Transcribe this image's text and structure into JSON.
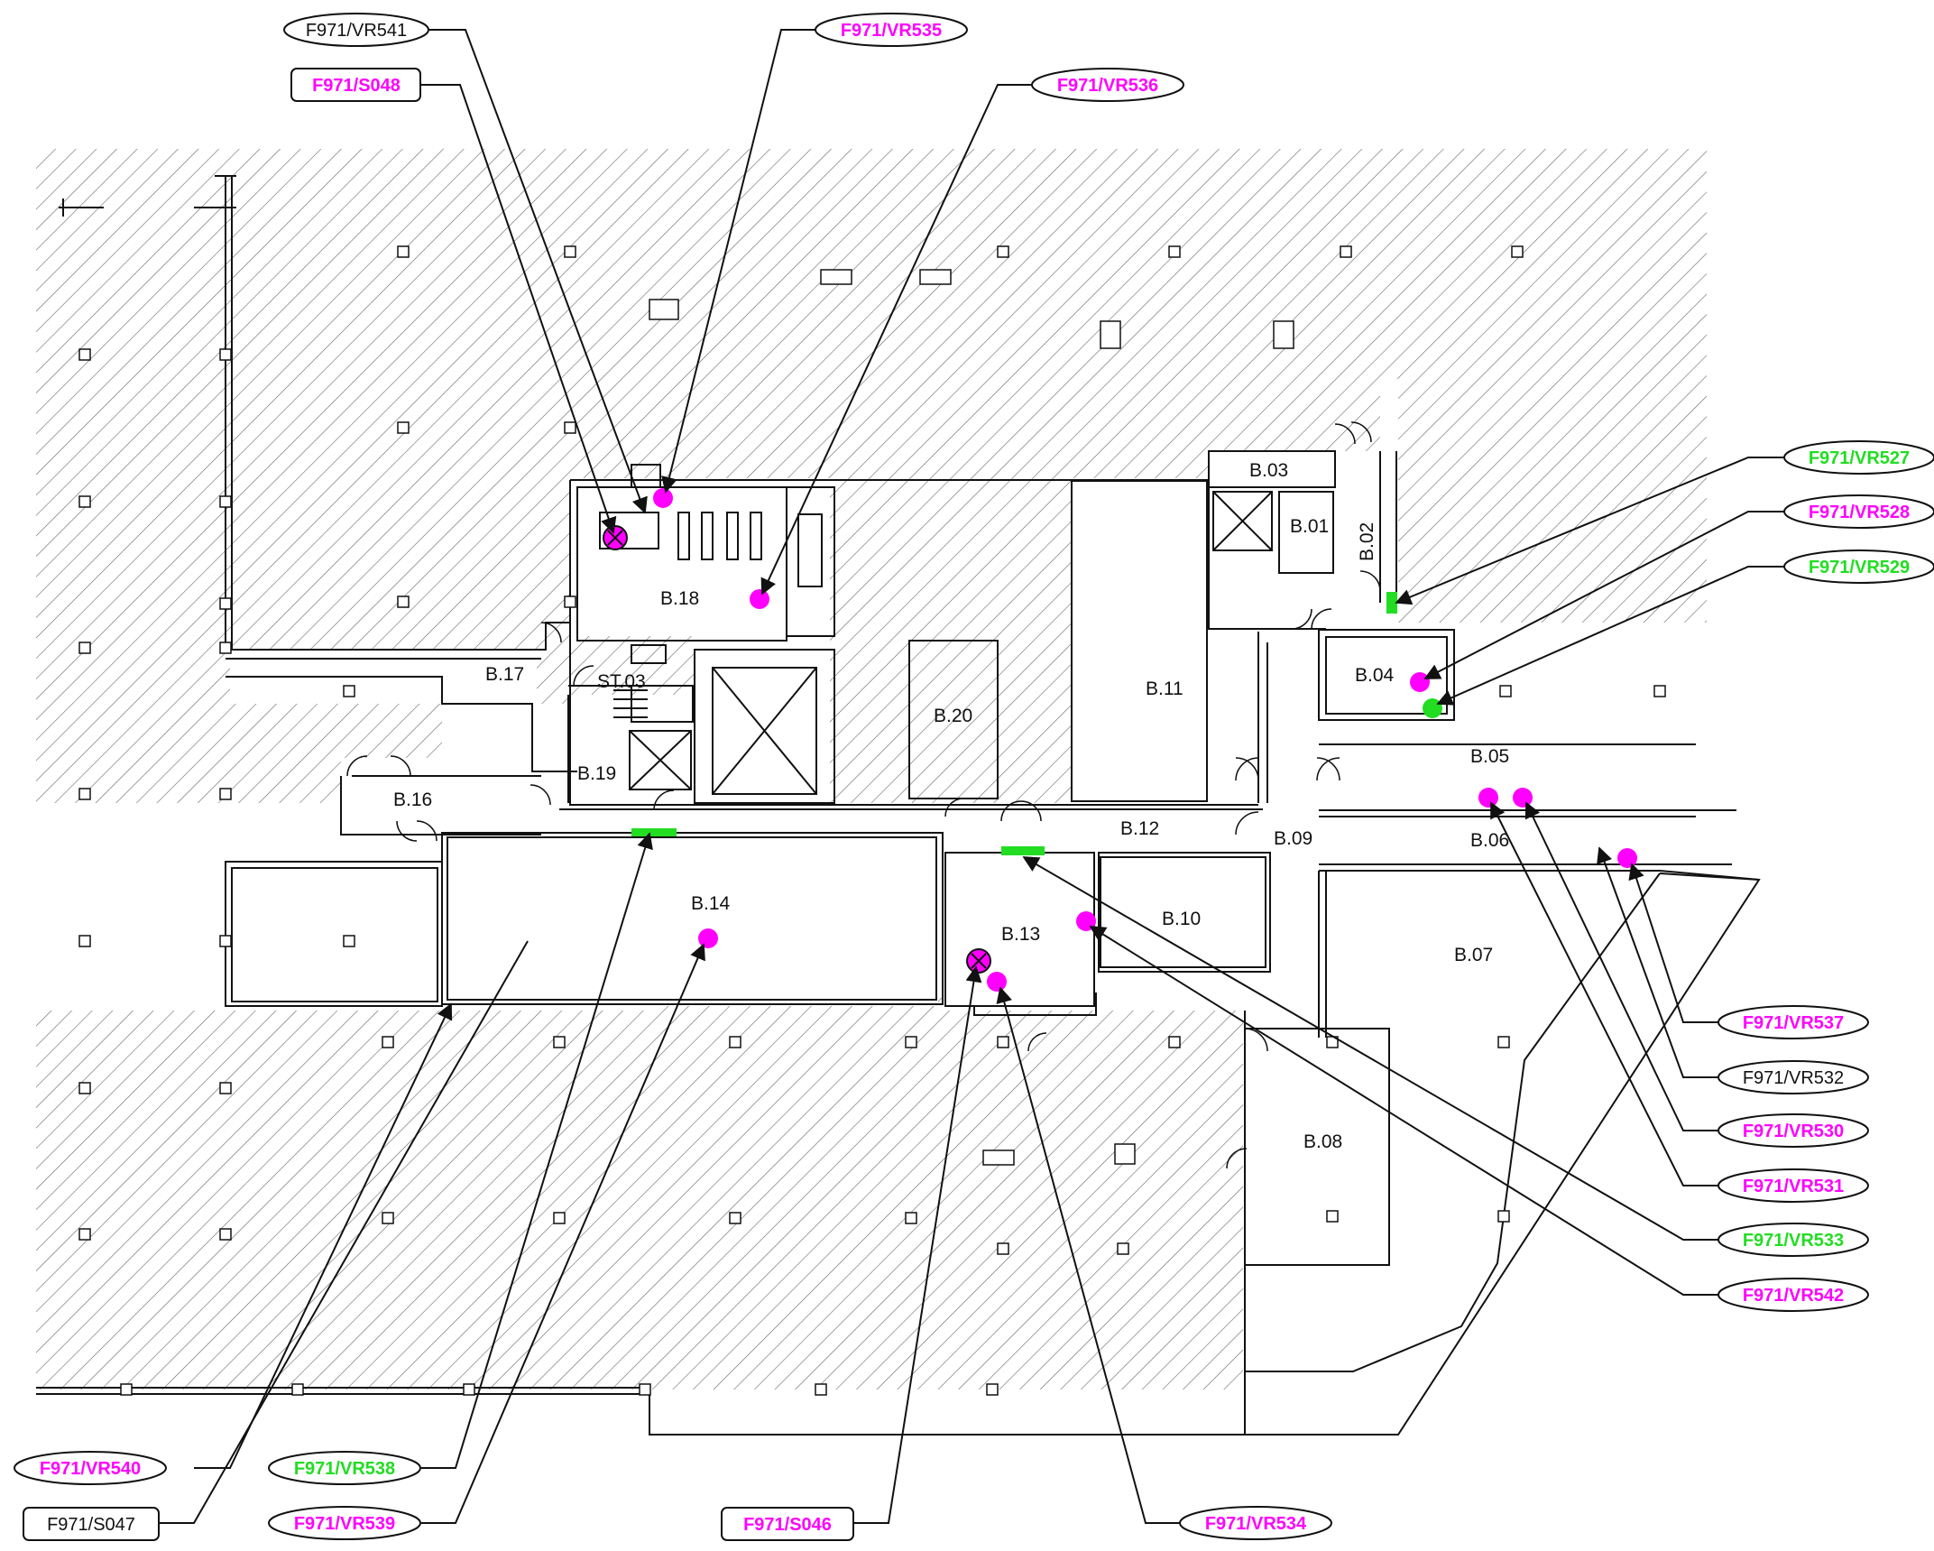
{
  "colors": {
    "line": "#111111",
    "magenta": "#ff00ff",
    "green": "#22dd22",
    "hatch": "#555555",
    "background": "#ffffff"
  },
  "rooms": {
    "b03": "B.03",
    "b01": "B.01",
    "b02": "B.02",
    "b04": "B.04",
    "b05": "B.05",
    "b06": "B.06",
    "b07": "B.07",
    "b08": "B.08",
    "b09": "B.09",
    "b10": "B.10",
    "b11": "B.11",
    "b12": "B.12",
    "b13": "B.13",
    "b14": "B.14",
    "b16": "B.16",
    "b17": "B.17",
    "st03": "ST.03",
    "b18": "B.18",
    "b19": "B.19",
    "b20": "B.20"
  },
  "callouts": {
    "vr541": {
      "label": "F971/VR541",
      "color": "black",
      "shape": "ellipse"
    },
    "s048": {
      "label": "F971/S048",
      "color": "magenta",
      "shape": "rect"
    },
    "vr535": {
      "label": "F971/VR535",
      "color": "magenta",
      "shape": "ellipse"
    },
    "vr536": {
      "label": "F971/VR536",
      "color": "magenta",
      "shape": "ellipse"
    },
    "vr527": {
      "label": "F971/VR527",
      "color": "green",
      "shape": "ellipse"
    },
    "vr528": {
      "label": "F971/VR528",
      "color": "magenta",
      "shape": "ellipse"
    },
    "vr529": {
      "label": "F971/VR529",
      "color": "green",
      "shape": "ellipse"
    },
    "vr537": {
      "label": "F971/VR537",
      "color": "magenta",
      "shape": "ellipse"
    },
    "vr532": {
      "label": "F971/VR532",
      "color": "black",
      "shape": "ellipse"
    },
    "vr530": {
      "label": "F971/VR530",
      "color": "magenta",
      "shape": "ellipse"
    },
    "vr531": {
      "label": "F971/VR531",
      "color": "magenta",
      "shape": "ellipse"
    },
    "vr533": {
      "label": "F971/VR533",
      "color": "green",
      "shape": "ellipse"
    },
    "vr542": {
      "label": "F971/VR542",
      "color": "magenta",
      "shape": "ellipse"
    },
    "vr540": {
      "label": "F971/VR540",
      "color": "magenta",
      "shape": "ellipse"
    },
    "vr538": {
      "label": "F971/VR538",
      "color": "green",
      "shape": "ellipse"
    },
    "s047": {
      "label": "F971/S047",
      "color": "black",
      "shape": "rect"
    },
    "vr539": {
      "label": "F971/VR539",
      "color": "magenta",
      "shape": "ellipse"
    },
    "s046": {
      "label": "F971/S046",
      "color": "magenta",
      "shape": "rect"
    },
    "vr534": {
      "label": "F971/VR534",
      "color": "magenta",
      "shape": "ellipse"
    }
  }
}
